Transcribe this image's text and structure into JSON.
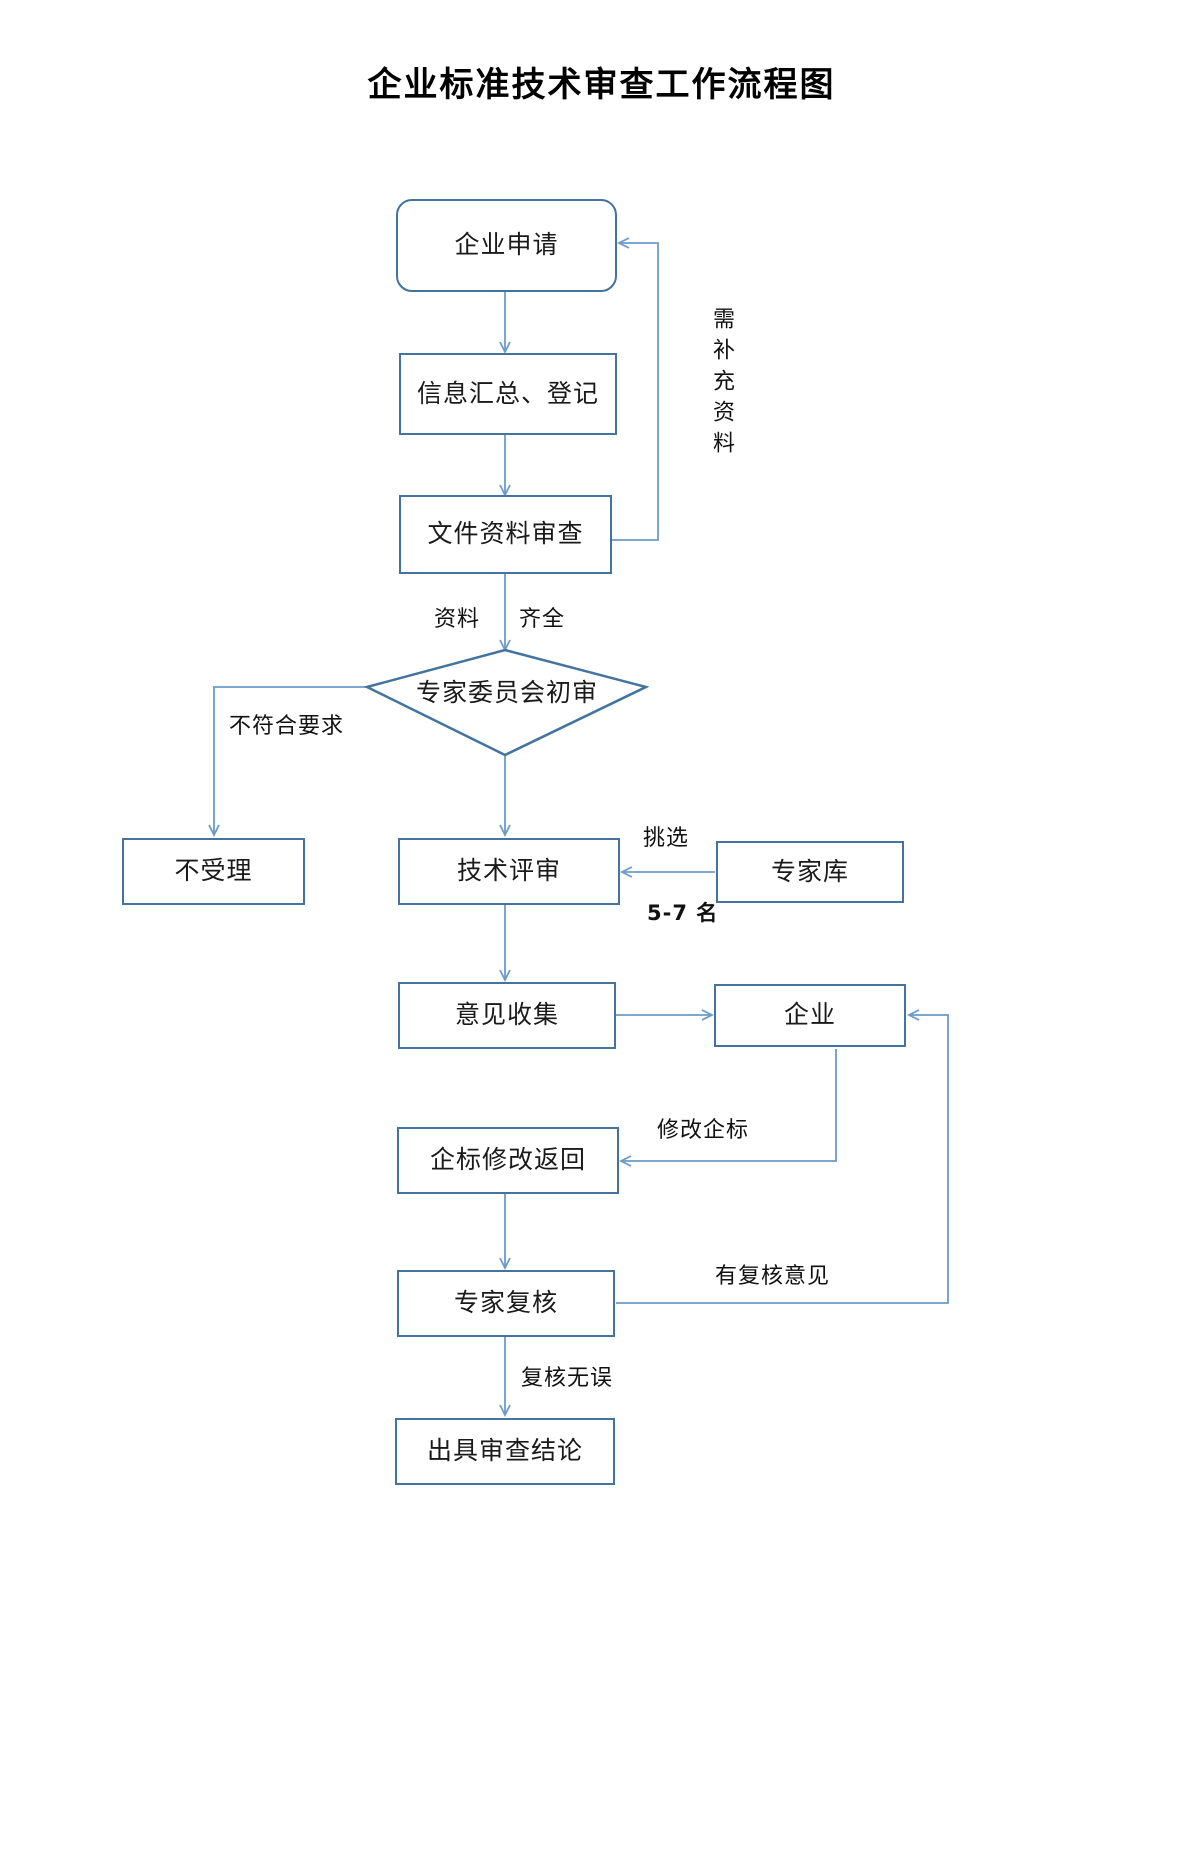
{
  "document": {
    "title": "企业标准技术审查工作流程图"
  },
  "theme": {
    "node_border": "#44739E",
    "connector": "#6B9BC7",
    "diamond_border": "#44739E",
    "text": "#1a1a1a",
    "background": "#ffffff"
  },
  "nodes": [
    {
      "id": "apply",
      "label": "企业申请",
      "shape": "rounded-rect"
    },
    {
      "id": "register",
      "label": "信息汇总、登记",
      "shape": "rect"
    },
    {
      "id": "docreview",
      "label": "文件资料审查",
      "shape": "rect"
    },
    {
      "id": "firstreview",
      "label": "专家委员会初审",
      "shape": "diamond"
    },
    {
      "id": "reject",
      "label": "不受理",
      "shape": "rect"
    },
    {
      "id": "techreview",
      "label": "技术评审",
      "shape": "rect"
    },
    {
      "id": "expertpool",
      "label": "专家库",
      "shape": "rect"
    },
    {
      "id": "collect",
      "label": "意见收集",
      "shape": "rect"
    },
    {
      "id": "enterprise",
      "label": "企业",
      "shape": "rect"
    },
    {
      "id": "revise",
      "label": "企标修改返回",
      "shape": "rect"
    },
    {
      "id": "recheck",
      "label": "专家复核",
      "shape": "rect"
    },
    {
      "id": "conclusion",
      "label": "出具审查结论",
      "shape": "rect"
    }
  ],
  "edge_labels": [
    {
      "id": "need-more",
      "text": "需补充资料",
      "orientation": "vertical"
    },
    {
      "id": "material-left",
      "text": "资料",
      "orientation": "horizontal"
    },
    {
      "id": "material-right",
      "text": "齐全",
      "orientation": "horizontal"
    },
    {
      "id": "not-qualified",
      "text": "不符合要求",
      "orientation": "horizontal"
    },
    {
      "id": "pick",
      "text": "挑选",
      "orientation": "horizontal"
    },
    {
      "id": "pick-count",
      "text": "5-7 名",
      "orientation": "horizontal"
    },
    {
      "id": "revise-std",
      "text": "修改企标",
      "orientation": "horizontal"
    },
    {
      "id": "has-opinion",
      "text": "有复核意见",
      "orientation": "horizontal"
    },
    {
      "id": "no-error",
      "text": "复核无误",
      "orientation": "horizontal"
    }
  ]
}
